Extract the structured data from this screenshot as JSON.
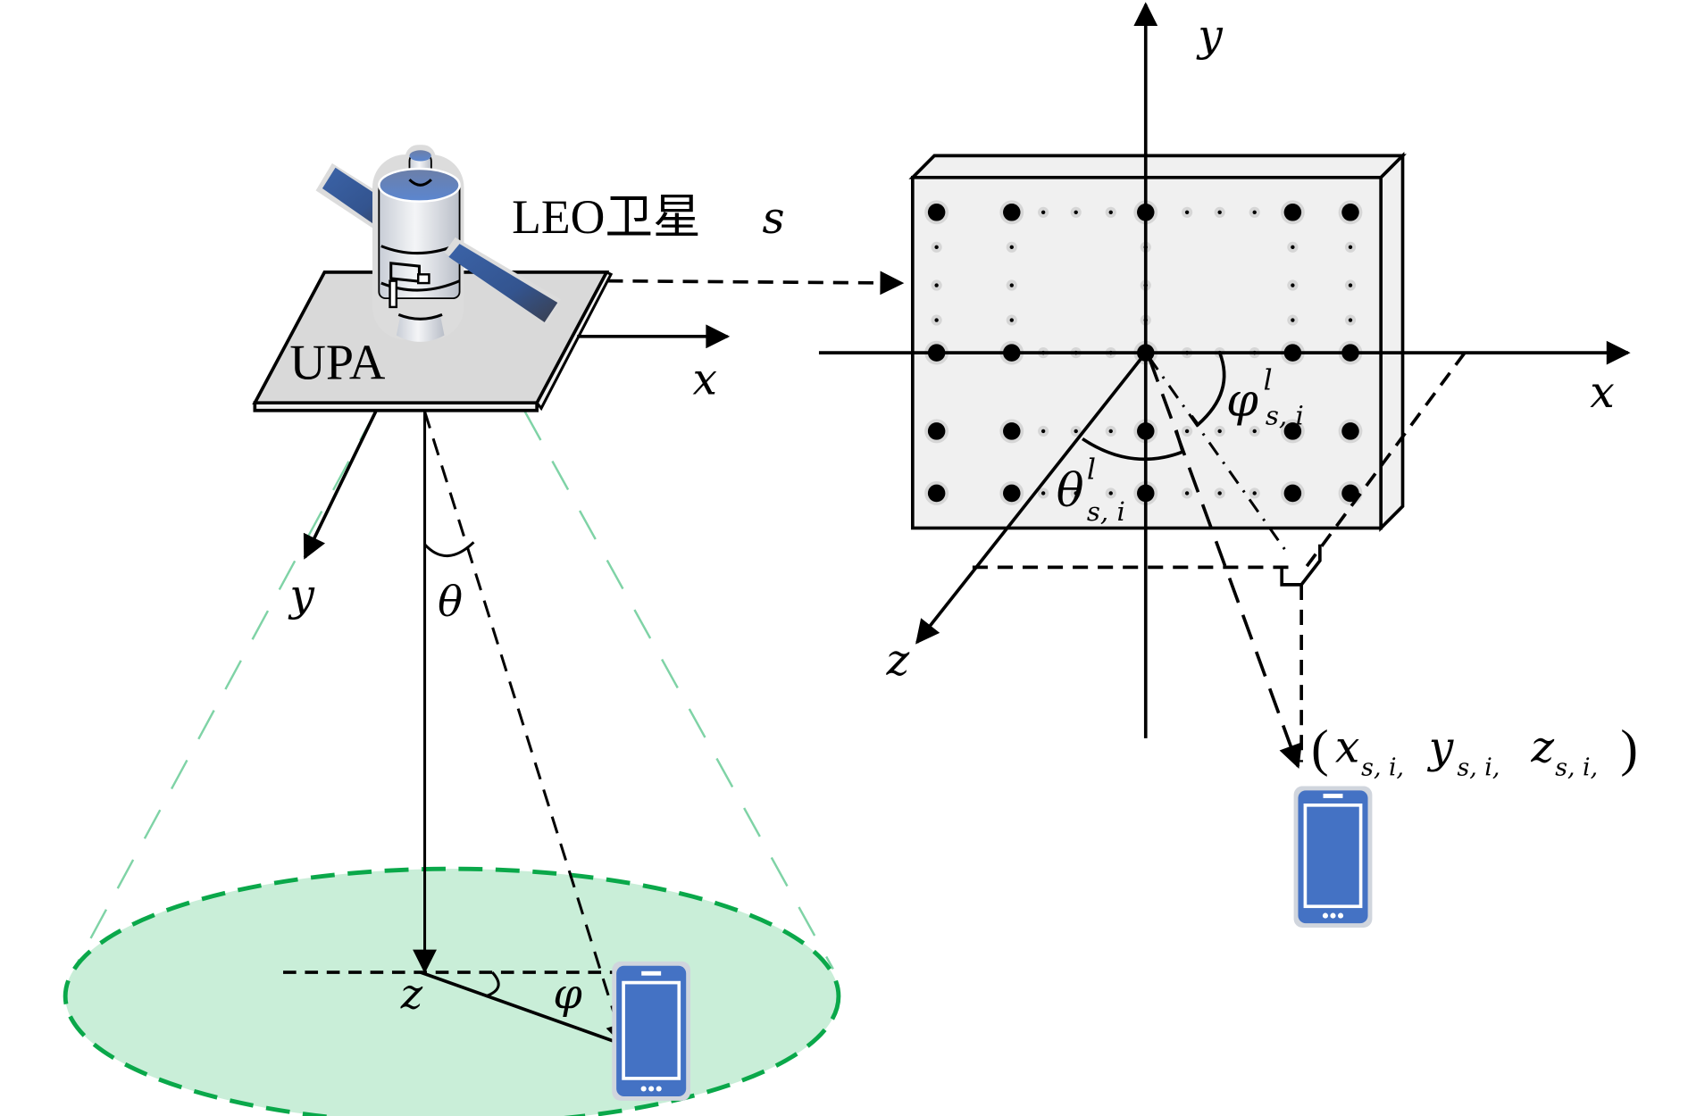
{
  "left_scene": {
    "satellite_label": "LEO卫星",
    "satellite_symbol": "s",
    "panel_label": "UPA",
    "axis_x_label": "x",
    "axis_y_label": "y",
    "axis_z_label": "z",
    "elevation_angle_label": "θ",
    "azimuth_angle_label": "φ",
    "coverage_fill_color": "#c9eed8",
    "coverage_edge_color": "#0aa84a",
    "cone_color": "#7fd3a6",
    "panel_color": "#d9d9d9",
    "phone_color": "#4472c4",
    "icons": [
      "satellite-icon",
      "phone-icon"
    ]
  },
  "right_scene": {
    "axis_x_label": "x",
    "axis_y_label": "y",
    "axis_z_label": "z",
    "theta_label": "θ",
    "theta_sup": "l",
    "theta_sub": "s, i",
    "phi_label": "φ",
    "phi_sup": "l",
    "phi_sub": "s, i",
    "coord_open": "(",
    "coord_x": "x",
    "coord_y": "y",
    "coord_z": "z",
    "coord_sub_x": "s, i,",
    "coord_sub_y": "s, i,",
    "coord_sub_z": "s, i,",
    "coord_close": ")",
    "board_color": "#f0f0f0",
    "phone_color": "#4472c4",
    "icons": [
      "phone-icon"
    ]
  }
}
